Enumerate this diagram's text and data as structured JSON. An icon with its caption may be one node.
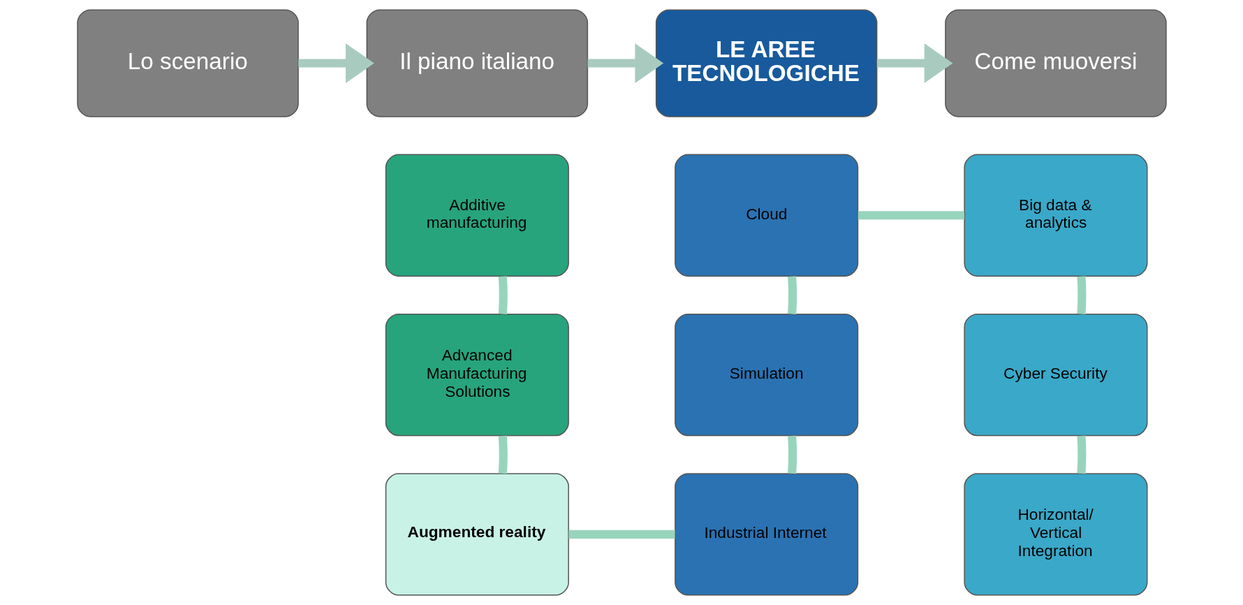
{
  "diagram": {
    "nodes": [
      {
        "text": [
          "Lo scenario"
        ]
      },
      {
        "text": [
          "Il piano italiano"
        ]
      },
      {
        "text": [
          "LE AREE TECNOLOGICHE"
        ]
      },
      {
        "text": [
          "Come muoversi"
        ]
      },
      {
        "text": [
          "Additive manufacturing"
        ]
      },
      {
        "text": [
          "Advanced Manufacturing Solutions"
        ]
      },
      {
        "text": [
          "Augmented reality"
        ]
      },
      {
        "text": [
          "Cloud"
        ]
      },
      {
        "text": [
          "Simulation"
        ]
      },
      {
        "text": [
          "Industrial Internet"
        ]
      },
      {
        "text": [
          "Big data & analytics"
        ]
      },
      {
        "text": [
          "Cyber Security"
        ]
      },
      {
        "text": [
          "Horizontal/ Vertical Integration"
        ]
      }
    ],
    "edges": [
      {
        "from": 0,
        "to": 1,
        "arrow": "to",
        "color": "#a9cbbf"
      },
      {
        "from": 1,
        "to": 2,
        "arrow": "to",
        "color": "#a9cbbf"
      },
      {
        "from": 2,
        "to": 3,
        "arrow": "to",
        "color": "#a9cbbf"
      },
      {
        "from": 4,
        "to": 5,
        "arrow": "none"
      },
      {
        "from": 5,
        "to": 6,
        "arrow": "none"
      },
      {
        "from": 6,
        "to": 9,
        "arrow": "none"
      },
      {
        "from": 9,
        "to": 8,
        "arrow": "none"
      },
      {
        "from": 8,
        "to": 7,
        "arrow": "none"
      },
      {
        "from": 7,
        "to": 10,
        "arrow": "none"
      },
      {
        "from": 10,
        "to": 11,
        "arrow": "none"
      },
      {
        "from": 11,
        "to": 12,
        "arrow": "none"
      }
    ]
  }
}
